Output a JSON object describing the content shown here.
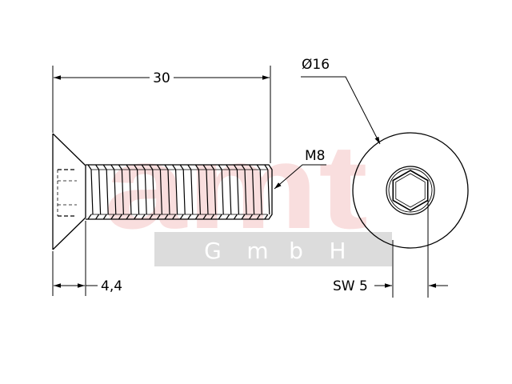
{
  "drawing": {
    "dim_length": "30",
    "dim_thread": "M8",
    "dim_head_diameter": "Ø16",
    "dim_head_height": "4,4",
    "dim_socket": "SW 5"
  },
  "watermark": {
    "logo_text": "amt",
    "company_letters": [
      "G",
      "m",
      "b",
      "H"
    ],
    "logo_color": "#f9dede",
    "bar_color": "#dcdcdc"
  }
}
